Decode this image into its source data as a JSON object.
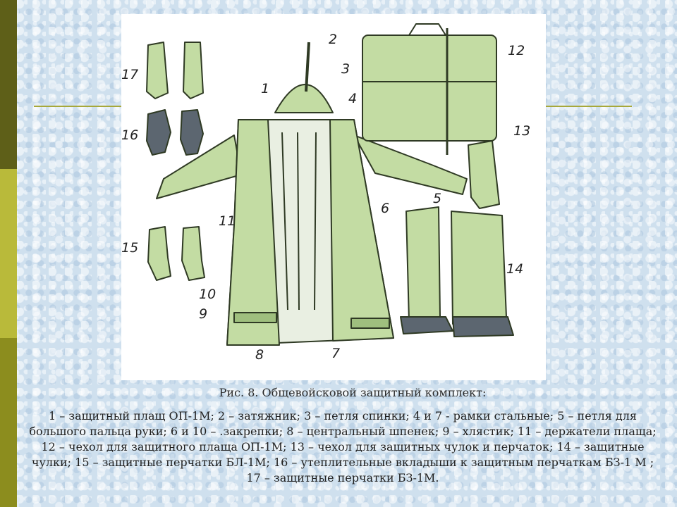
{
  "figure": {
    "callouts": [
      "1",
      "2",
      "3",
      "4",
      "5",
      "6",
      "7",
      "8",
      "9",
      "10",
      "11",
      "12",
      "13",
      "14",
      "15",
      "16",
      "17"
    ]
  },
  "caption": {
    "title": "Рис. 8. Общевойсковой защитный комплект:",
    "body": "1 – защитный плащ ОП-1М; 2 – затяжник; 3 – петля спинки; 4 и 7 - рамки стальные; 5 – петля для большого пальца руки; 6 и 10 – .закрепки; 8 – центральный шпенек; 9 – хлястик; 11 – держатели плаща; 12 – чехол для защитного плаща ОП-1М; 13 – чехол для защитных чулок и перчаток; 14 – защитные чулки; 15 – защитные перчатки БЛ-1М; 16 – утеплительные вкладыши к защитным перчаткам БЗ-1 М ; 17 – защитные перчатки БЗ-1М."
  },
  "colors": {
    "garment_green": "#c3dca3",
    "garment_shadow": "#9fbf7e",
    "outline": "#2f3a24",
    "liner_gray": "#5c6670",
    "left_bar_dark": "#5e5f18",
    "left_bar_light": "#b9ba3a",
    "background": "#cfe0ee"
  }
}
